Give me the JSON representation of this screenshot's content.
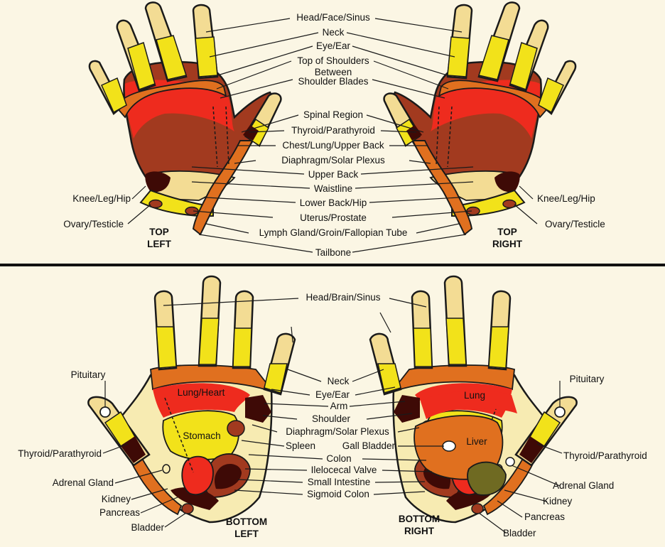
{
  "colors": {
    "background": "#fbf6e4",
    "outline": "#1a1a1a",
    "pale_yellow": "#f3dc94",
    "yellow": "#f2e21a",
    "orange": "#e0701f",
    "red": "#ee2b1e",
    "brown": "#a23a1f",
    "dark": "#3e0a06",
    "olive": "#6f6a22",
    "cream": "#f7ebb2"
  },
  "top_left_title": [
    "TOP",
    "LEFT"
  ],
  "top_right_title": [
    "TOP",
    "RIGHT"
  ],
  "bottom_left_title": [
    "BOTTOM",
    "LEFT"
  ],
  "bottom_right_title": [
    "BOTTOM",
    "RIGHT"
  ],
  "top_labels": {
    "head_face_sinus": "Head/Face/Sinus",
    "neck": "Neck",
    "eye_ear": "Eye/Ear",
    "top_of_shoulders": "Top of Shoulders",
    "between": "Between",
    "shoulder_blades": "Shoulder Blades",
    "spinal_region": "Spinal Region",
    "thyroid_parathyroid": "Thyroid/Parathyroid",
    "chest_lung_upper_back": "Chest/Lung/Upper Back",
    "diaphragm_solar_plexus": "Diaphragm/Solar Plexus",
    "upper_back": "Upper Back",
    "waistline": "Waistline",
    "lower_back_hip": "Lower Back/Hip",
    "uterus_prostate": "Uterus/Prostate",
    "lymph_gland": "Lymph Gland/Groin/Fallopian Tube",
    "tailbone": "Tailbone",
    "knee_leg_hip_left": "Knee/Leg/Hip",
    "ovary_testicle_left": "Ovary/Testicle",
    "knee_leg_hip_right": "Knee/Leg/Hip",
    "ovary_testicle_right": "Ovary/Testicle"
  },
  "bottom_labels": {
    "head_brain_sinus": "Head/Brain/Sinus",
    "neck": "Neck",
    "eye_ear": "Eye/Ear",
    "arm": "Arm",
    "shoulder": "Shoulder",
    "diaphragm_solar_plexus": "Diaphragm/Solar Plexus",
    "spleen": "Spleen",
    "gall_bladder": "Gall Bladder",
    "colon": "Colon",
    "ileocecal_valve": "Ilelocecal Valve",
    "small_intestine": "Small Intestine",
    "sigmoid_colon": "Sigmoid Colon",
    "pituitary_left": "Pituitary",
    "thyroid_parathyroid_left": "Thyroid/Parathyroid",
    "adrenal_gland_left": "Adrenal Gland",
    "kidney_left": "Kidney",
    "pancreas_left": "Pancreas",
    "bladder_left": "Bladder",
    "pituitary_right": "Pituitary",
    "thyroid_parathyroid_right": "Thyroid/Parathyroid",
    "adrenal_gland_right": "Adrenal Gland",
    "kidney_right": "Kidney",
    "pancreas_right": "Pancreas",
    "bladder_right": "Bladder",
    "lung_heart": "Lung/Heart",
    "stomach": "Stomach",
    "lung": "Lung",
    "liver": "Liver"
  }
}
